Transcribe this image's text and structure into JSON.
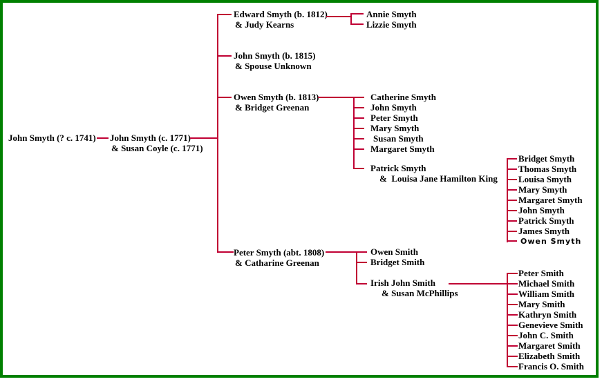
{
  "colors": {
    "line": "#c00033",
    "border": "#008000",
    "text": "#000000",
    "background": "#ffffff"
  },
  "tree": {
    "root": {
      "name": "John Smyth (? c. 1741)"
    },
    "gen1": {
      "name": "John Smyth (c. 1771)",
      "spouse": "& Susan Coyle (c. 1771)"
    },
    "gen2": [
      {
        "name": "Edward Smyth (b. 1812)",
        "spouse": "& Judy Kearns",
        "children": [
          "Annie Smyth",
          "Lizzie Smyth"
        ]
      },
      {
        "name": "John Smyth (b. 1815)",
        "spouse": "& Spouse Unknown"
      },
      {
        "name": "Owen Smyth (b. 1813)",
        "spouse": "& Bridget Greenan",
        "children": [
          "Catherine Smyth",
          "John Smyth",
          "Peter Smyth",
          "Mary Smyth",
          "Susan Smyth",
          "Margaret Smyth",
          {
            "name": "Patrick Smyth",
            "spouse": "&  Louisa Jane Hamilton King",
            "children": [
              "Bridget Smyth",
              "Thomas Smyth",
              "Louisa Smyth",
              "Mary Smyth",
              "Margaret Smyth",
              "John Smyth",
              "Patrick Smyth",
              "James Smyth",
              "Owen Smyth"
            ]
          }
        ]
      },
      {
        "name": "Peter Smyth (abt. 1808)",
        "spouse": "& Catharine Greenan",
        "children": [
          "Owen Smith",
          "Bridget Smith",
          {
            "name": "Irish John Smith",
            "spouse": "& Susan McPhillips",
            "children": [
              "Peter Smith",
              "Michael Smith",
              "William Smith",
              "Mary Smith",
              "Kathryn Smith",
              "Genevieve Smith",
              "John C. Smith",
              "Margaret Smith",
              "Elizabeth Smith",
              "Francis O. Smith"
            ]
          }
        ]
      }
    ]
  }
}
